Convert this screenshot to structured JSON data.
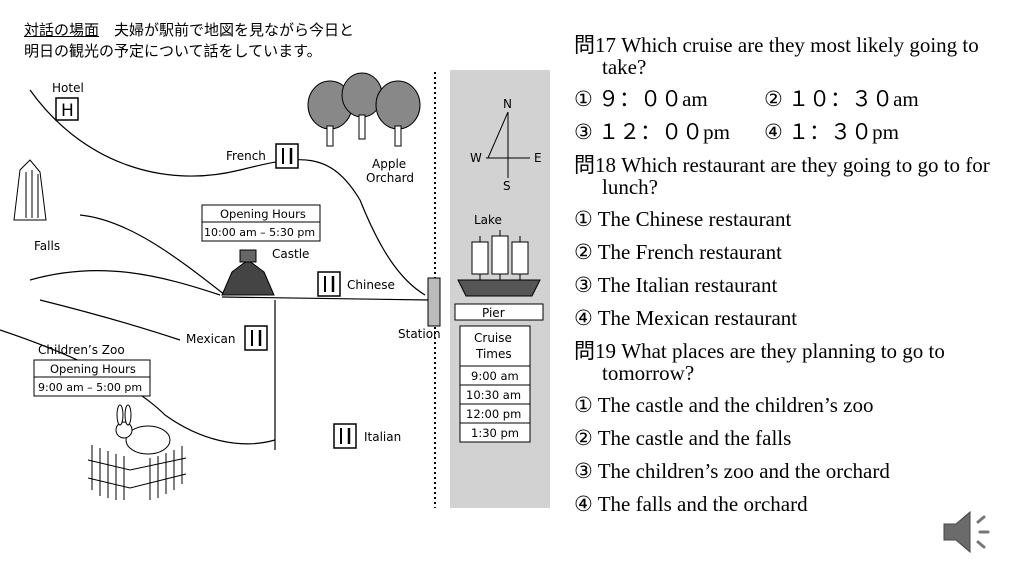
{
  "intro": {
    "scene_label": "対話の場面",
    "scene_text": "夫婦が駅前で地図を見ながら今日と",
    "scene_text2": "明日の観光の予定について話をしています。"
  },
  "map": {
    "hotel_label": "Hotel",
    "hotel_sign": "H",
    "falls_label": "Falls",
    "french_label": "French",
    "apple_orchard_line1": "Apple",
    "apple_orchard_line2": "Orchard",
    "castle_hours_title": "Opening Hours",
    "castle_hours_value": "10:00 am – 5:30 pm",
    "castle_label": "Castle",
    "chinese_label": "Chinese",
    "mexican_label": "Mexican",
    "zoo_label": "Children’s Zoo",
    "zoo_hours_title": "Opening Hours",
    "zoo_hours_value": "9:00 am – 5:00 pm",
    "italian_label": "Italian",
    "station_label": "Station",
    "lake_label": "Lake",
    "pier_label": "Pier",
    "cruise_title_line1": "Cruise",
    "cruise_title_line2": "Times",
    "cruise_times": [
      "9:00 am",
      "10:30 am",
      "12:00 pm",
      "1:30 pm"
    ],
    "compass": {
      "n": "N",
      "s": "S",
      "e": "E",
      "w": "W"
    }
  },
  "questions": {
    "q17": {
      "prompt": "問17 Which cruise are they most likely going to take?",
      "options": [
        "① ９：００am",
        "② １０：３０am",
        "③ １２：００pm",
        "④ １：３０pm"
      ]
    },
    "q18": {
      "prompt": "問18 Which restaurant are they going to go to for lunch?",
      "options": [
        "① The Chinese restaurant",
        "② The French restaurant",
        "③ The Italian restaurant",
        "④ The Mexican restaurant"
      ]
    },
    "q19": {
      "prompt": "問19 What places are they planning to go to tomorrow?",
      "options": [
        "① The castle and the children’s zoo",
        "② The castle and the falls",
        "③ The children’s zoo and the orchard",
        "④ The falls and the orchard"
      ]
    }
  },
  "icons": {
    "restaurant": "fork-knife-icon",
    "speaker": "speaker-icon"
  }
}
